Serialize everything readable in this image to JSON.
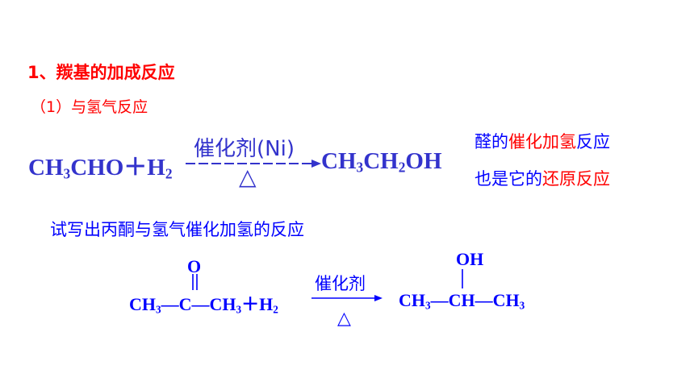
{
  "heading": "1、羰基的加成反应",
  "subheading": "（1）与氢气反应",
  "eq1": {
    "left_a": "CH",
    "left_a_sub": "3",
    "left_b": "CHO＋H",
    "left_b_sub": "2",
    "catalyst": "催化剂(Ni)",
    "condition": "△",
    "right_a": "CH",
    "right_a_sub": "3",
    "right_b": "CH",
    "right_b_sub": "2",
    "right_c": "OH"
  },
  "note1": {
    "a": "醛的",
    "b": "催化加氢",
    "c": "反应"
  },
  "note2": {
    "a": "也是它的",
    "b": "还原反应"
  },
  "prompt": "试写出丙酮与氢气催化加氢的反应",
  "eq2": {
    "carbonyl_o": "O",
    "left_a": "CH",
    "left_a_sub": "3",
    "left_b": "—C—CH",
    "left_b_sub": "3",
    "left_c": "＋H",
    "left_c_sub": "2",
    "catalyst": "催化剂",
    "condition": "△",
    "right_oh": "OH",
    "right_a": "CH",
    "right_a_sub": "3",
    "right_b": "—CH—CH",
    "right_b_sub": "3"
  },
  "colors": {
    "heading": "#ff0000",
    "blue": "#0000ff",
    "equation": "#3333cc"
  }
}
